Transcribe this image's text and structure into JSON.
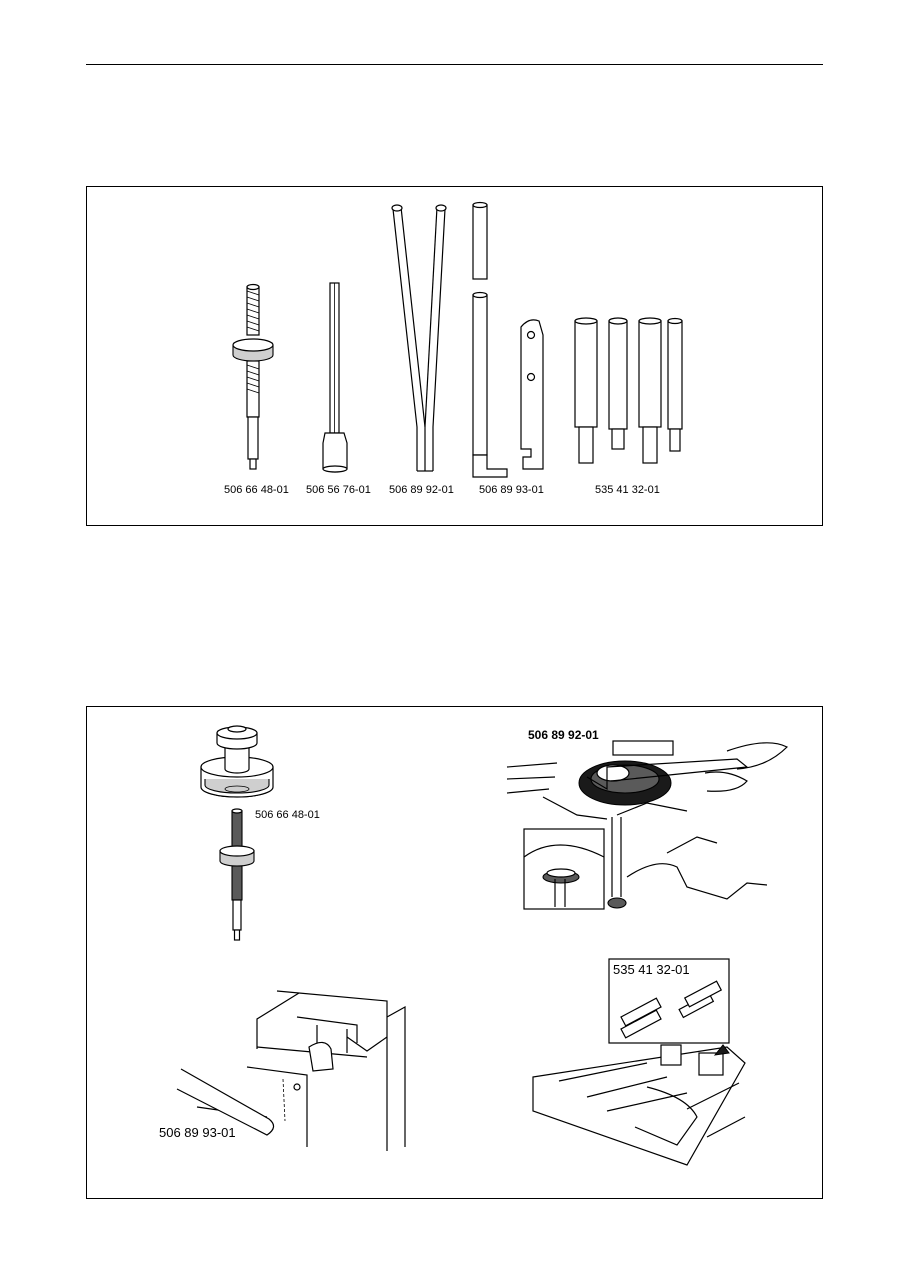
{
  "tools_panel": {
    "parts": [
      {
        "number": "506 66 48-01"
      },
      {
        "number": "506 56 76-01"
      },
      {
        "number": "506 89 92-01"
      },
      {
        "number": "506 89 93-01"
      },
      {
        "number": "535 41 32-01"
      }
    ]
  },
  "usage_panel": {
    "pulley_tool_label": "506 66 48-01",
    "belt_tool_label": "506 89 92-01",
    "spring_tool_label": "506 89 93-01",
    "bushing_set_label": "535 41 32-01"
  }
}
